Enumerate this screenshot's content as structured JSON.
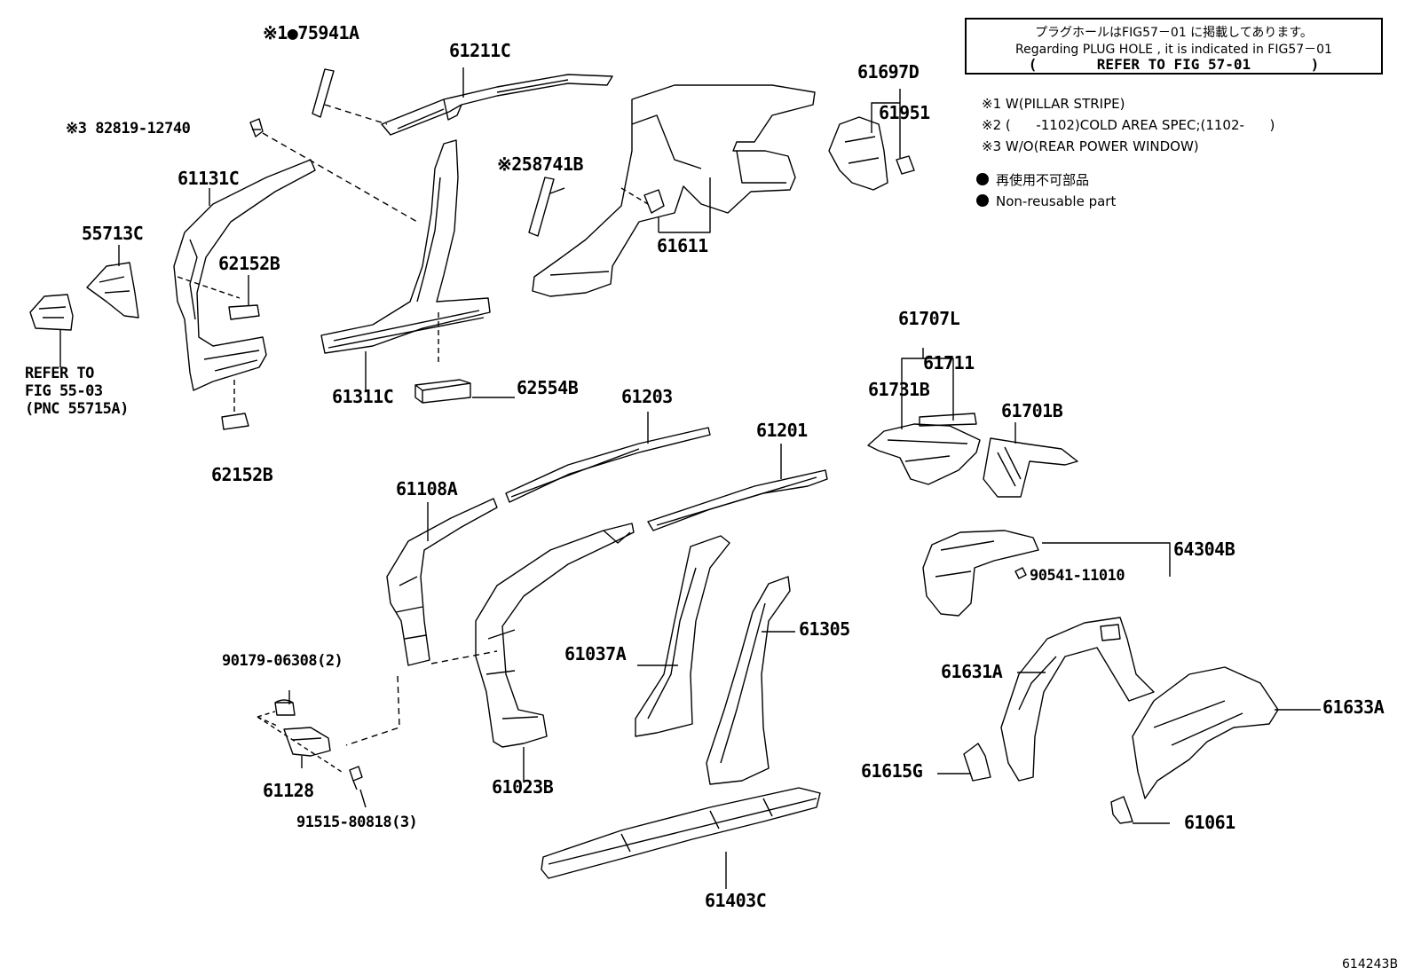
{
  "plug_hole_note": {
    "line_jp": "プラグホールはFIG57－01 に掲載してあります。",
    "line_en": "Regarding  PLUG HOLE  , it is indicated  in  FIG57－01",
    "refer_open": "(",
    "refer_text": "REFER TO FIG 57-01",
    "refer_close": ")"
  },
  "footnotes": [
    "※1 W(PILLAR STRIPE)",
    "※2 (      -1102)COLD AREA SPEC;(1102-      )",
    "※3 W/O(REAR POWER WINDOW)"
  ],
  "legend": {
    "symbol": "●",
    "jp": "再使用不可部品",
    "en": "Non-reusable part"
  },
  "figure_id": "614243B",
  "callouts": {
    "c75941A": "※1●75941A",
    "c61211C": "61211C",
    "c82819": "※3 82819-12740",
    "c61131C": "61131C",
    "c55713C": "55713C",
    "c62152B_a": "62152B",
    "c62152B_b": "62152B",
    "refer_l1": "REFER TO",
    "refer_l2": "FIG 55-03",
    "refer_l3": "(PNC 55715A)",
    "c61311C": "61311C",
    "c62554B": "62554B",
    "c58741B": "※258741B",
    "c61611": "61611",
    "c61697D": "61697D",
    "c61951": "61951",
    "c61707L": "61707L",
    "c61711": "61711",
    "c61731B": "61731B",
    "c61701B": "61701B",
    "c64304B": "64304B",
    "c90541": "90541-11010",
    "c61203": "61203",
    "c61201": "61201",
    "c61108A": "61108A",
    "c61305": "61305",
    "c61037A": "61037A",
    "c61631A": "61631A",
    "c61633A": "61633A",
    "c61615G": "61615G",
    "c61061": "61061",
    "c90179": "90179-06308(2)",
    "c61128": "61128",
    "c91515": "91515-80818(3)",
    "c61023B": "61023B",
    "c61403C": "61403C"
  }
}
